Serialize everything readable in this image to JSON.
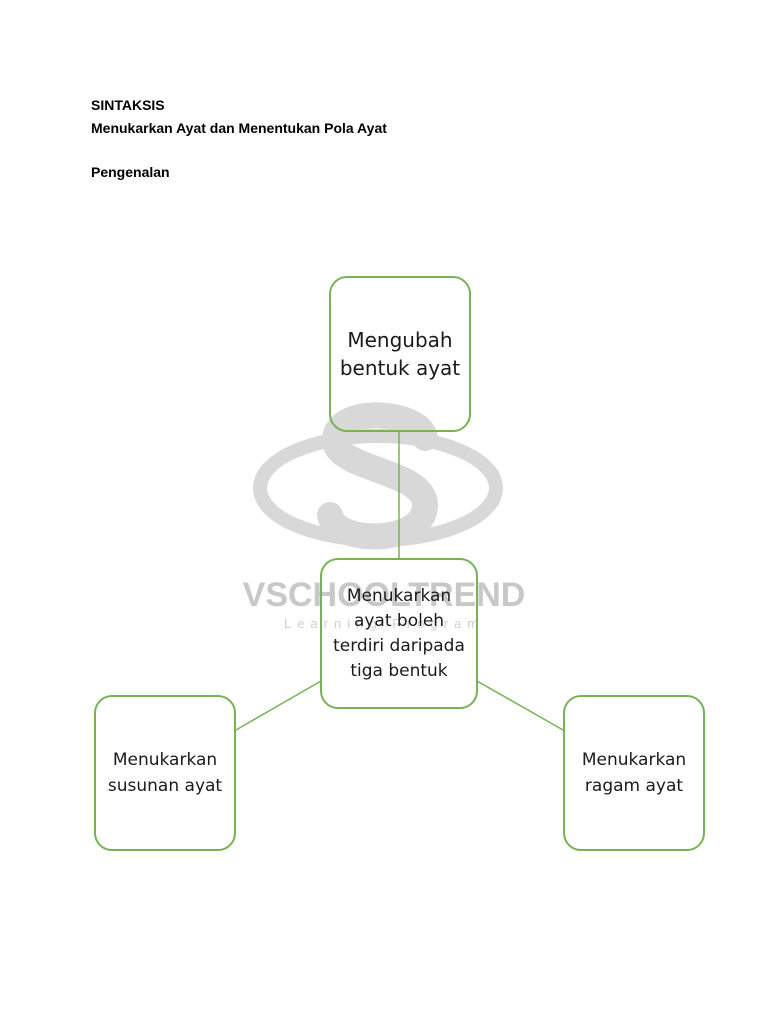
{
  "document": {
    "label": "SINTAKSIS",
    "title": "Menukarkan Ayat dan Menentukan Pola Ayat",
    "section": "Pengenalan"
  },
  "diagram": {
    "top_node": "Mengubah bentuk ayat",
    "center_node": "Menukarkan ayat boleh terdiri daripada tiga bentuk",
    "left_node": "Menukarkan susunan ayat",
    "right_node": "Menukarkan ragam ayat",
    "border_color": "#77b254"
  },
  "watermark": {
    "brand": "VSCHOOLTREND",
    "tagline": "Learning Program"
  }
}
